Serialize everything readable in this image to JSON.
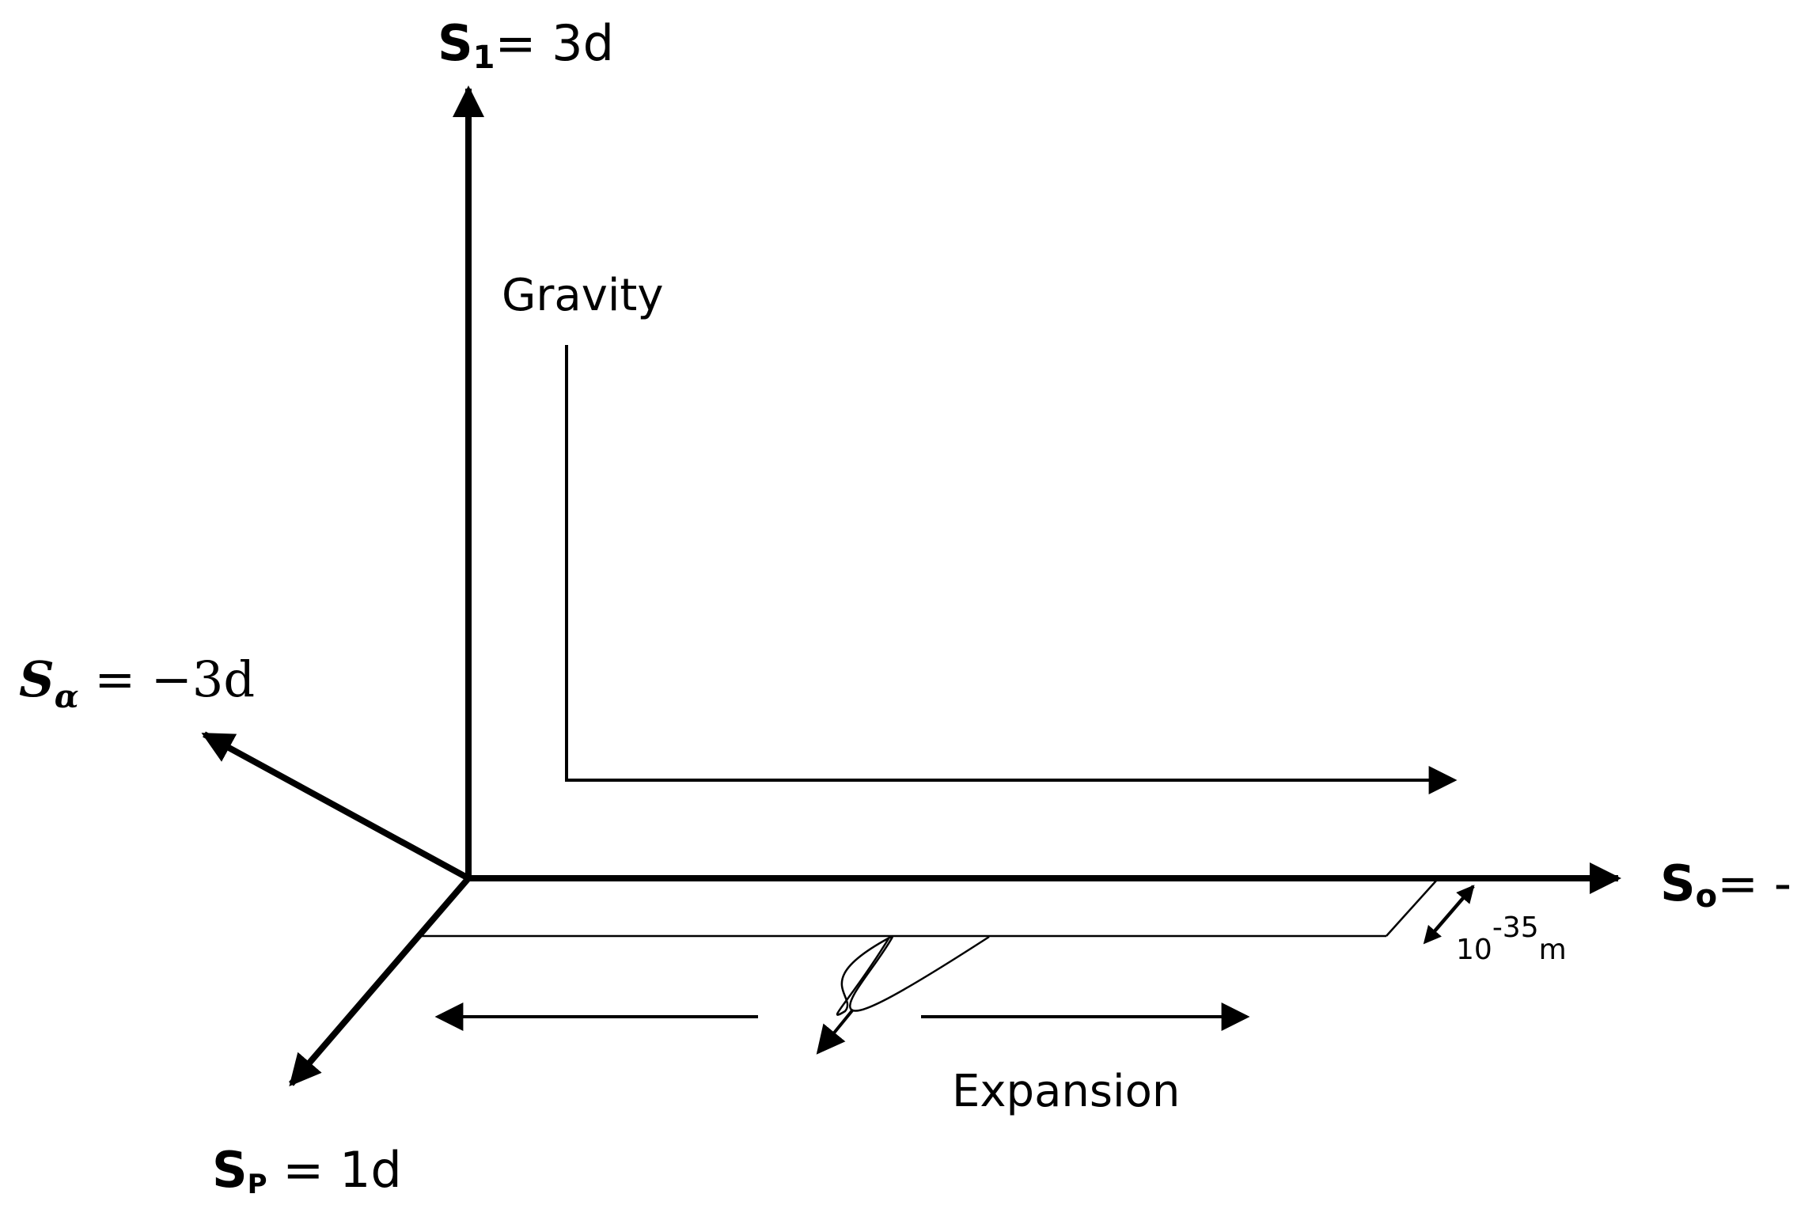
{
  "axes": {
    "s1": {
      "symbol": "S",
      "subscript": "1",
      "value": "= 3d"
    },
    "s_alpha": {
      "symbol": "S",
      "subscript": "α",
      "value": " = −3d"
    },
    "s_o": {
      "symbol": "S",
      "subscript": "o",
      "value": "= -"
    },
    "s_p": {
      "symbol": "S",
      "subscript": "P",
      "value": " = 1d"
    }
  },
  "labels": {
    "gravity": "Gravity",
    "expansion": "Expansion",
    "scale_base": "10",
    "scale_exponent": "-35",
    "scale_unit": "m"
  },
  "colors": {
    "ink": "#000000",
    "background": "#ffffff"
  }
}
